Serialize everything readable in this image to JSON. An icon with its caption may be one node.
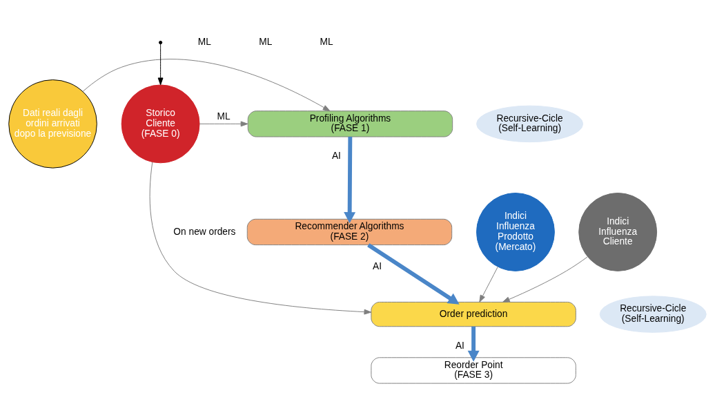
{
  "diagram": {
    "nodes": [
      {
        "text": [
          "Dati reali dagli ordini arrivati dopo la previsione"
        ]
      },
      {
        "text": [
          "Recursive-Cicle (Self-Learning)"
        ]
      },
      {
        "text": [
          "Profiling Algorithms",
          "(FASE 1)"
        ]
      },
      {
        "text": [
          "Recommender Algorithms",
          "(FASE 2)"
        ]
      },
      {
        "text": [
          "Order prediction"
        ]
      },
      {
        "text": [
          "Reorder Point",
          "(FASE 3)"
        ]
      },
      {
        "text": [
          "Storico Cliente",
          "(FASE 0)"
        ]
      },
      {
        "text": [
          "Indici Influenza Prodotto (Mercato)"
        ]
      },
      {
        "text": [
          "Recursive-Cicle (Self-Learning)"
        ]
      },
      {
        "text": [
          "Indici Influenza Cliente"
        ]
      }
    ],
    "edges": [
      {
        "from": null,
        "to": 6,
        "arrow": "to",
        "color": "#000000"
      },
      {
        "from": 0,
        "to": 2,
        "arrow": "to"
      },
      {
        "from": 6,
        "to": 2,
        "arrow": "to",
        "label": "ML"
      },
      {
        "from": 6,
        "to": 4,
        "arrow": "to",
        "label": "On new orders"
      },
      {
        "from": 7,
        "to": 4,
        "arrow": "to"
      },
      {
        "from": 9,
        "to": 4,
        "arrow": "to"
      },
      {
        "from": 2,
        "to": 3,
        "arrow": "to",
        "label": "AI",
        "style": "thick",
        "color": "#4a86c8"
      },
      {
        "from": 3,
        "to": 4,
        "arrow": "to",
        "label": "AI",
        "style": "thick",
        "color": "#4a86c8"
      },
      {
        "from": 4,
        "to": 5,
        "arrow": "to",
        "label": "AI",
        "style": "thick",
        "color": "#4a86c8"
      }
    ],
    "labels": [
      "ML",
      "ML",
      "ML"
    ]
  }
}
